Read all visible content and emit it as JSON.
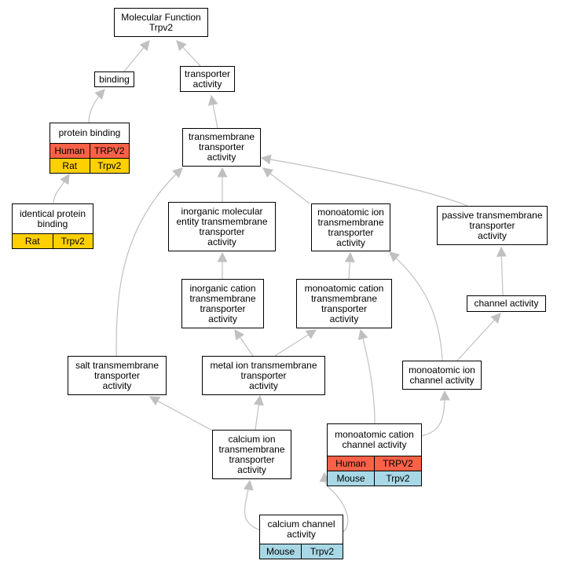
{
  "colors": {
    "human": "#fa6148",
    "rat": "#ffd000",
    "mouse": "#a8d8e6",
    "edge": "#c0c0c0"
  },
  "nodes": {
    "molecular_function": "Molecular Function\nTrpv2",
    "binding": "binding",
    "transporter_activity": "transporter\nactivity",
    "protein_binding": {
      "label": "protein binding",
      "rows": [
        {
          "species": "Human",
          "gene": "TRPV2"
        },
        {
          "species": "Rat",
          "gene": "Trpv2"
        }
      ]
    },
    "transmembrane_transporter": "transmembrane\ntransporter\nactivity",
    "identical_protein_binding": {
      "label": "identical protein\nbinding",
      "rows": [
        {
          "species": "Rat",
          "gene": "Trpv2"
        }
      ]
    },
    "inorganic_molecular": "inorganic molecular\nentity transmembrane\ntransporter\nactivity",
    "monoatomic_ion_tt": "monoatomic ion\ntransmembrane\ntransporter\nactivity",
    "passive_tt": "passive transmembrane\ntransporter\nactivity",
    "inorganic_cation": "inorganic cation\ntransmembrane\ntransporter\nactivity",
    "monoatomic_cation_tt": "monoatomic cation\ntransmembrane\ntransporter\nactivity",
    "channel_activity": "channel activity",
    "salt_tt": "salt transmembrane\ntransporter\nactivity",
    "metal_ion_tt": "metal ion transmembrane\ntransporter\nactivity",
    "monoatomic_ion_channel": "monoatomic ion\nchannel activity",
    "calcium_ion_tt": "calcium ion\ntransmembrane\ntransporter\nactivity",
    "monoatomic_cation_channel": {
      "label": "monoatomic cation\nchannel activity",
      "rows": [
        {
          "species": "Human",
          "gene": "TRPV2"
        },
        {
          "species": "Mouse",
          "gene": "Trpv2"
        }
      ]
    },
    "calcium_channel": {
      "label": "calcium channel\nactivity",
      "rows": [
        {
          "species": "Mouse",
          "gene": "Trpv2"
        }
      ]
    }
  }
}
